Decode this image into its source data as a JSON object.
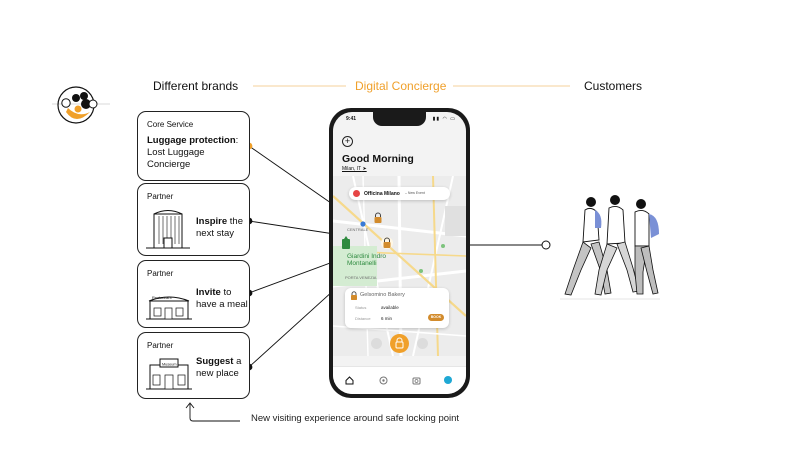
{
  "headings": {
    "brands": "Different brands",
    "concierge": "Digital Concierge",
    "customers": "Customers"
  },
  "cards": {
    "core": {
      "kicker": "Core Service",
      "bold": "Luggage protection",
      "suffix": ":",
      "rest_line1": "Lost Luggage",
      "rest_line2": "Concierge"
    },
    "inspire": {
      "kicker": "Partner",
      "bold": "Inspire",
      "rest": " the next stay"
    },
    "invite": {
      "kicker": "Partner",
      "bold": "Invite",
      "rest": " to have a meal",
      "sign": "Restaurant"
    },
    "suggest": {
      "kicker": "Partner",
      "bold": "Suggest",
      "rest": " a new place",
      "sign": "Museum"
    }
  },
  "phone": {
    "time": "9:41",
    "greeting": "Good Morning",
    "location": "Milan, IT",
    "event_name": "Officina Milano",
    "event_tag": "New Event",
    "map_labels": {
      "district": "CENTRALE",
      "park_line1": "Giardini Indro",
      "park_line2": "Montanelli",
      "square": "PORTA VENEZIA"
    },
    "card": {
      "title": "Gelsomino Bakery",
      "status_label": "Status",
      "status_value": "available",
      "distance_label": "Distance",
      "distance_value": "6 min",
      "book_label": "BOOK"
    },
    "nav_icons": [
      "home-icon",
      "explore-icon",
      "camera-icon",
      "profile-icon"
    ]
  },
  "caption": "New visiting experience around safe locking point",
  "colors": {
    "accent": "#f0a02a",
    "lock": "#d28b2c",
    "ink": "#111111",
    "map_bg": "#ececec",
    "park": "#2e8a3f",
    "event_dot": "#e64545",
    "profile_dot": "#1fa8d4",
    "people_blue": "#7a90d6"
  }
}
